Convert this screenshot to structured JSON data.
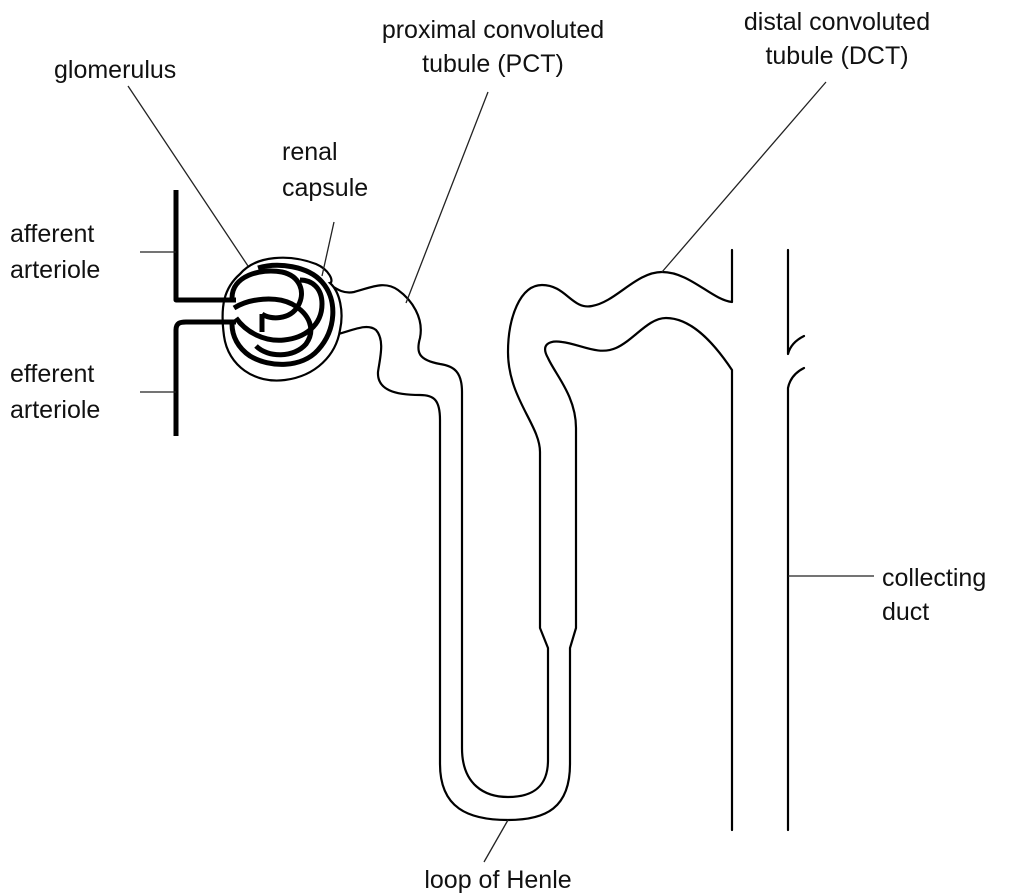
{
  "labels": {
    "glomerulus": "glomerulus",
    "pct_line1": "proximal convoluted",
    "pct_line2": "tubule (PCT)",
    "dct_line1": "distal convoluted",
    "dct_line2": "tubule (DCT)",
    "renal_capsule_line1": "renal",
    "renal_capsule_line2": "capsule",
    "afferent_line1": "afferent",
    "afferent_line2": "arteriole",
    "efferent_line1": "efferent",
    "efferent_line2": "arteriole",
    "collecting_line1": "collecting",
    "collecting_line2": "duct",
    "loop": "loop of Henle"
  }
}
